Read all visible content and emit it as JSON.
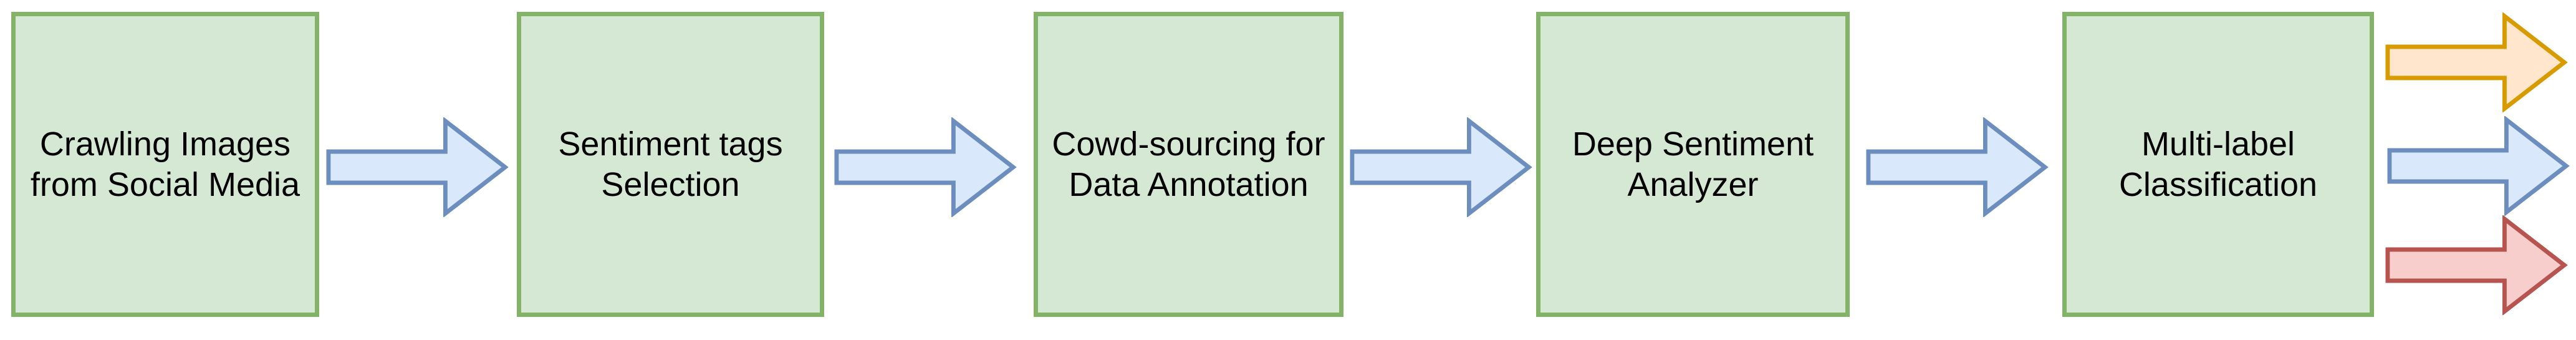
{
  "flow": {
    "steps": [
      {
        "label": "Crawling Images\nfrom Social Media"
      },
      {
        "label": "Sentiment tags\nSelection"
      },
      {
        "label": "Cowd-sourcing for\nData Annotation"
      },
      {
        "label": "Deep Sentiment\nAnalyzer"
      },
      {
        "label": "Multi-label\nClassification"
      }
    ],
    "connectors": [
      {
        "from": "Crawling Images from Social Media",
        "to": "Sentiment tags Selection",
        "direction": "right",
        "color": "blue"
      },
      {
        "from": "Sentiment tags Selection",
        "to": "Cowd-sourcing for Data Annotation",
        "direction": "right",
        "color": "blue"
      },
      {
        "from": "Cowd-sourcing for Data Annotation",
        "to": "Deep Sentiment Analyzer",
        "direction": "right",
        "color": "blue"
      },
      {
        "from": "Deep Sentiment Analyzer",
        "to": "Multi-label Classification",
        "direction": "right",
        "color": "blue"
      }
    ],
    "output_arrows": [
      {
        "position": "top",
        "direction": "right",
        "color": "orange"
      },
      {
        "position": "middle",
        "direction": "right",
        "color": "blue"
      },
      {
        "position": "bottom",
        "direction": "right",
        "color": "red"
      }
    ]
  },
  "colors": {
    "background": "#ffffff",
    "text_color": "#000000",
    "box_fill": "#d5e8d4",
    "box_stroke": "#82b366",
    "arrow_blue_fill": "#dae8fc",
    "arrow_blue_stroke": "#6c8ebf",
    "arrow_orange_fill": "#ffe6cc",
    "arrow_orange_stroke": "#d79b00",
    "arrow_red_fill": "#f8cecc",
    "arrow_red_stroke": "#b85450"
  }
}
